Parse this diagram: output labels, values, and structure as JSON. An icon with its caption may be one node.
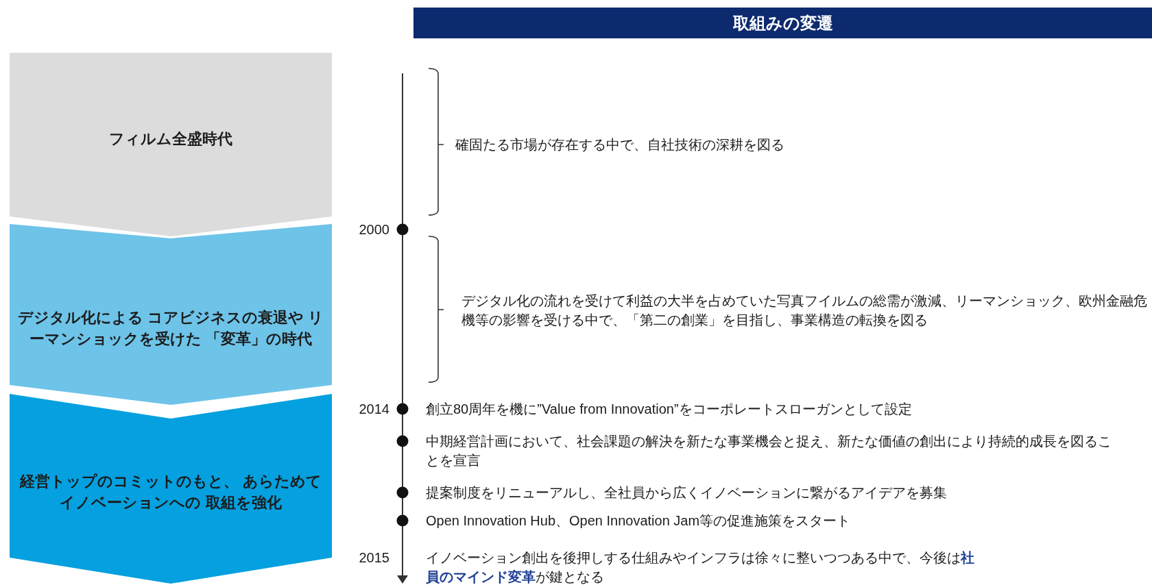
{
  "diagram": {
    "title": "取組みの変遷",
    "nodes": [
      {
        "text": [
          "フィルム全盛時代"
        ]
      },
      {
        "text": [
          "デジタル化による コアビジネスの衰退や リーマンショックを受けた 「変革」の時代"
        ]
      },
      {
        "text": [
          "経営トップのコミットのもと、 あらためてイノベーションへの 取組を強化"
        ]
      }
    ],
    "labels": [
      "確固たる市場が存在する中で、自社技術の深耕を図る",
      "2000",
      "デジタル化の流れを受けて利益の大半を占めていた写真フイルムの総需が激減、リーマンショック、欧州金融危機等の影響を受ける中で、「第二の創業」を目指し、事業構造の転換を図る",
      "2014",
      "創立80周年を機に”Value from Innovation”をコーポレートスローガンとして設定",
      "中期経営計画において、社会課題の解決を新たな事業機会と捉え、新たな価値の創出により持続的成長を図ることを宣言",
      "提案制度をリニューアルし、全社員から広くイノベーションに繋がるアイデアを募集",
      "Open Innovation Hub、Open Innovation Jam等の促進施策をスタート",
      "2015",
      "イノベーション創出を後押しする仕組みやインフラは徐々に整いつつある中で、今後は**社員のマインド変革**が鍵となる"
    ]
  }
}
